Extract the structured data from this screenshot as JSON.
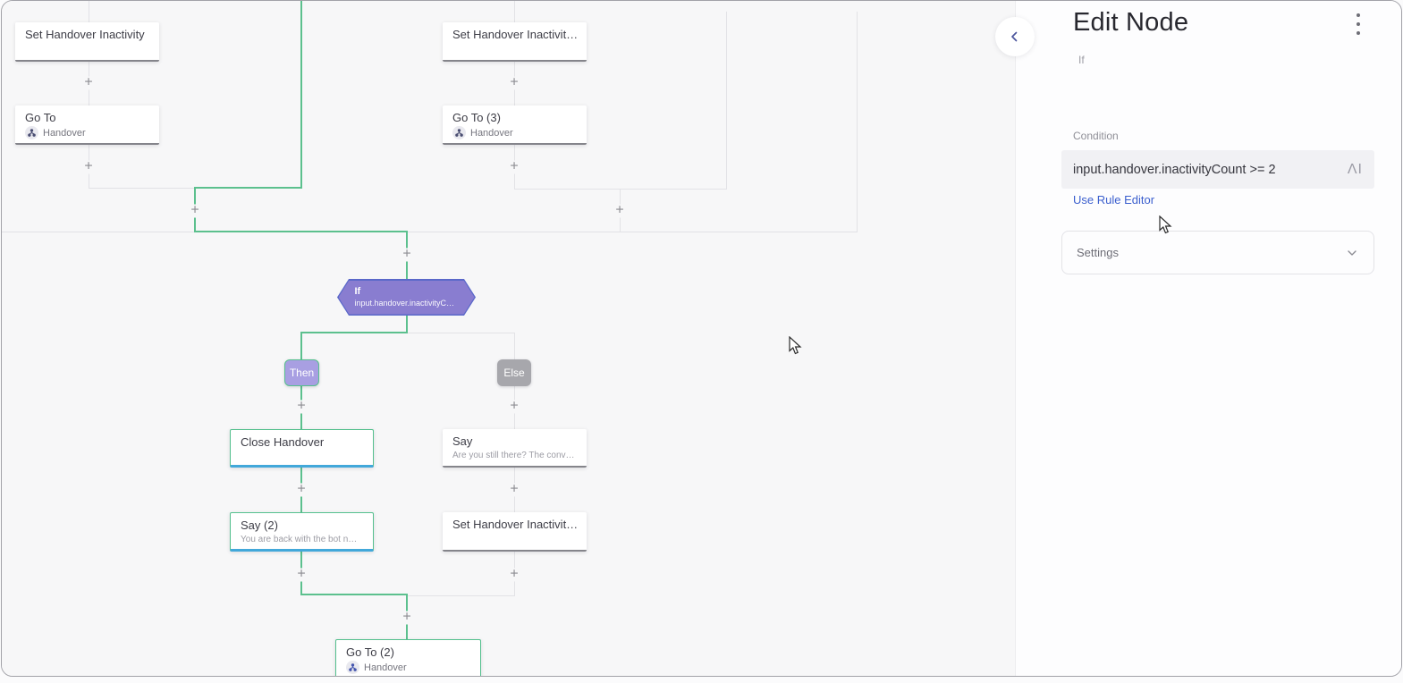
{
  "panel": {
    "title": "Edit Node",
    "node_type": "If",
    "condition_label": "Condition",
    "condition_value": "input.handover.inactivityCount >= 2",
    "ai_badge": "ΛI",
    "rule_editor_link": "Use Rule Editor",
    "settings_label": "Settings"
  },
  "canvas": {
    "plus": "+",
    "nodes": {
      "set_handover_1": {
        "title": "Set Handover Inactivity"
      },
      "goto_1": {
        "title": "Go To",
        "target": "Handover"
      },
      "set_handover_2": {
        "title": "Set Handover Inactivit…"
      },
      "goto_3": {
        "title": "Go To (3)",
        "target": "Handover"
      },
      "if_node": {
        "title": "If",
        "subtitle": "input.handover.inactivityC…"
      },
      "then_badge": "Then",
      "else_badge": "Else",
      "close_handover": {
        "title": "Close Handover"
      },
      "say_1": {
        "title": "Say",
        "subtitle": "Are you still there? The conv…"
      },
      "say_2": {
        "title": "Say (2)",
        "subtitle": "You are back with the bot n…"
      },
      "set_handover_3": {
        "title": "Set Handover Inactivit…"
      },
      "goto_2": {
        "title": "Go To (2)",
        "target": "Handover"
      }
    }
  },
  "colors": {
    "accent_green": "#5cc08e",
    "accent_purple": "#897dd0",
    "accent_blue_bar": "#42a8da",
    "link_blue": "#3b5fce",
    "canvas_bg": "#f7f7f8"
  },
  "icons": {
    "flow": "flow-icon",
    "back": "chevron-left-icon",
    "collapse": "chevron-down-icon",
    "menu": "kebab-menu-icon",
    "pointer": "mouse-cursor"
  }
}
